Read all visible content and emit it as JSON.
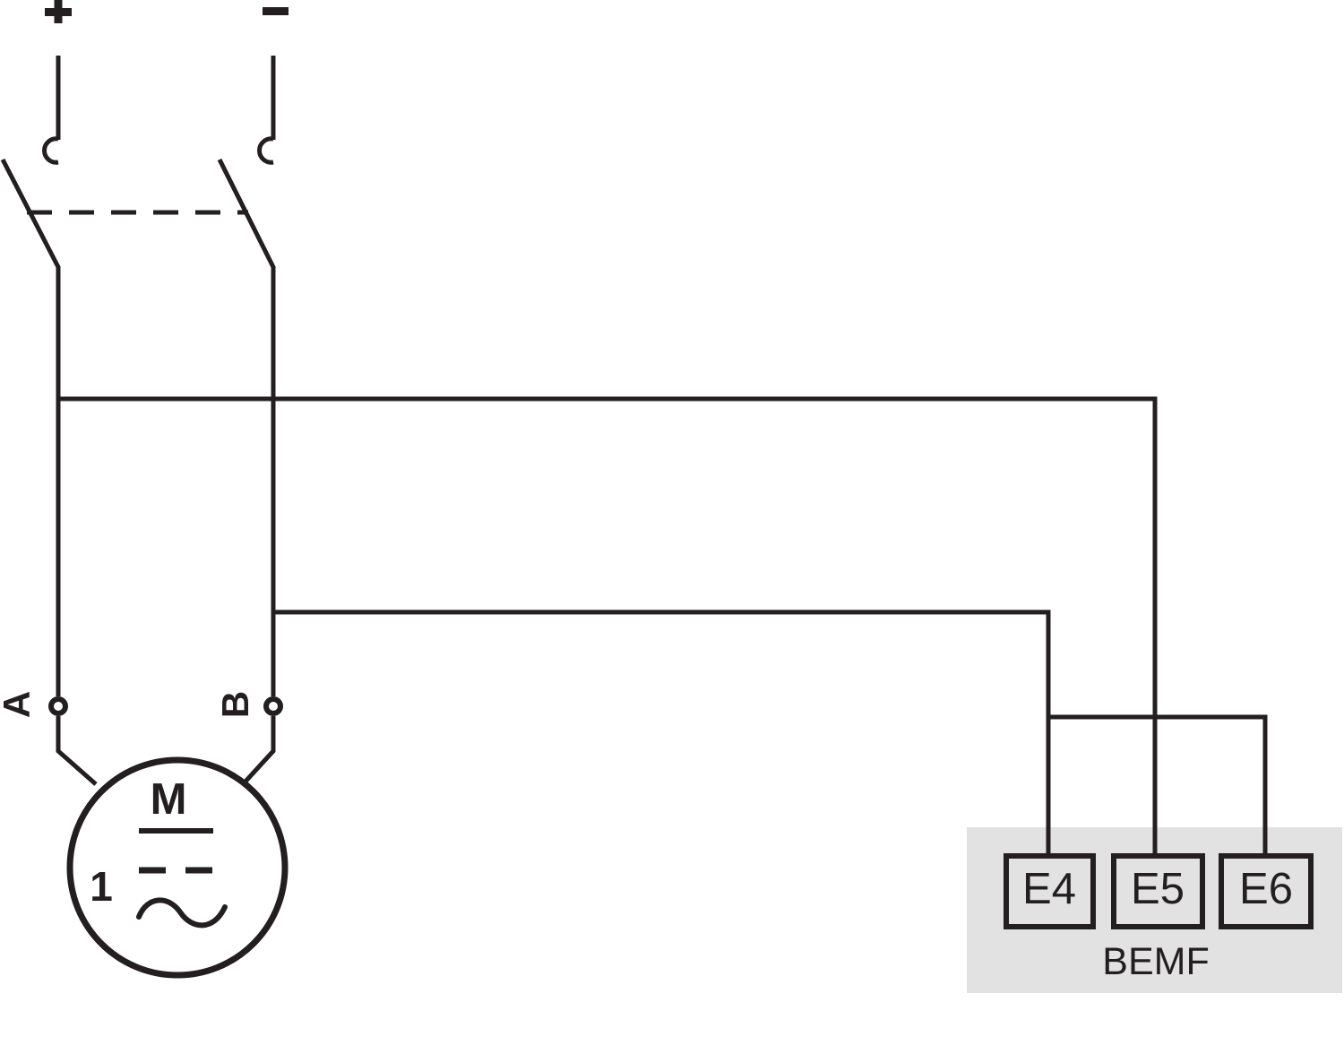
{
  "colors": {
    "line": "#231f20",
    "panel_fill": "#e2e2e2",
    "background": "#ffffff"
  },
  "supply": {
    "positive_symbol": "+",
    "negative_symbol": "−"
  },
  "motor": {
    "terminal_a_label": "A",
    "terminal_b_label": "B",
    "designation": "M",
    "phase_label": "1"
  },
  "bemf": {
    "label": "BEMF",
    "terminals": [
      "E4",
      "E5",
      "E6"
    ]
  }
}
